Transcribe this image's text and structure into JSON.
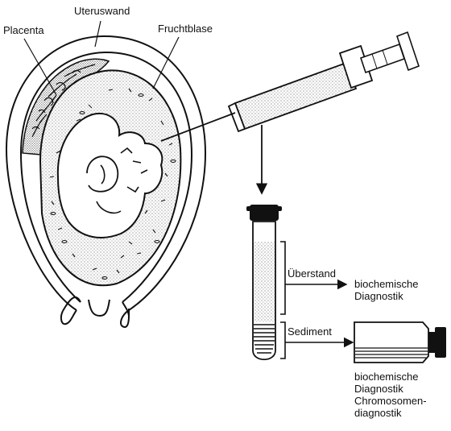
{
  "labels": {
    "uterus_wall": "Uteruswand",
    "placenta": "Placenta",
    "amniotic_sac": "Fruchtblase",
    "supernatant": "Überstand",
    "sediment": "Sediment"
  },
  "outputs": {
    "supernatant_line1": "biochemische",
    "supernatant_line2": "Diagnostik",
    "sediment_line1": "biochemische",
    "sediment_line2": "Diagnostik",
    "sediment_line3": "Chromosomen-",
    "sediment_line4": "diagnostik"
  }
}
